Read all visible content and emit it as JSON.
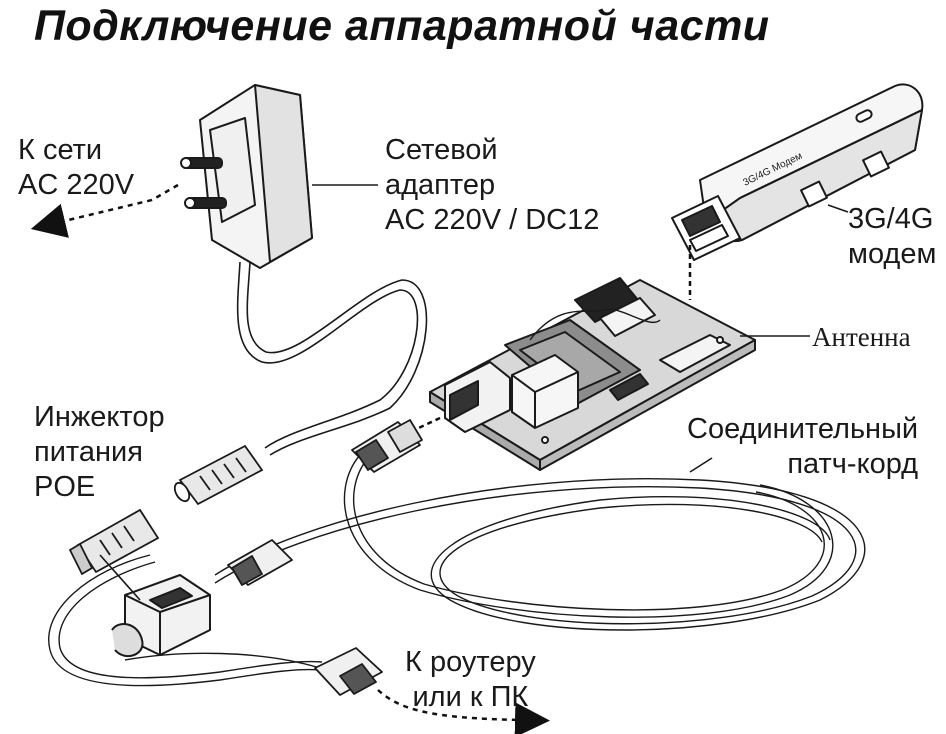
{
  "title": "Подключение аппаратной части",
  "labels": {
    "mains": [
      "К сети",
      "AC 220V"
    ],
    "adapter": [
      "Сетевой",
      "адаптер",
      "AC 220V / DC12"
    ],
    "modem": [
      "3G/4G",
      "модем"
    ],
    "modem_stick_text": "3G/4G Модем",
    "antenna": "Антенна",
    "injector": [
      "Инжектор",
      "питания",
      "POE"
    ],
    "patch_cord": [
      "Соединительный",
      "патч-корд"
    ],
    "router": [
      "К роутеру",
      "или к ПК"
    ]
  },
  "colors": {
    "line": "#1a1a1a",
    "fill_light": "#f2f2f2",
    "fill_mid": "#d9d9d9",
    "fill_dark": "#333333"
  }
}
